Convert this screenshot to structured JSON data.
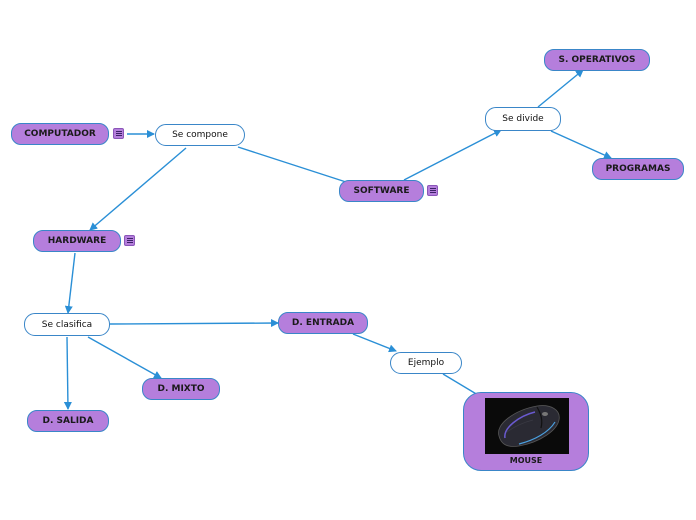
{
  "nodes": {
    "computador": "COMPUTADOR",
    "se_compone": "Se compone",
    "software": "SOFTWARE",
    "se_divide": "Se divide",
    "s_operativos": "S. OPERATIVOS",
    "programas": "PROGRAMAS",
    "hardware": "HARDWARE",
    "se_clasifica": "Se clasifica",
    "d_entrada": "D. ENTRADA",
    "ejemplo": "Ejemplo",
    "mouse": "MOUSE",
    "d_mixto": "D. MIXTO",
    "d_salida": "D. SALIDA"
  },
  "colors": {
    "node_fill": "#b57edc",
    "border": "#3a86c8",
    "connector": "#2a8fd6"
  }
}
